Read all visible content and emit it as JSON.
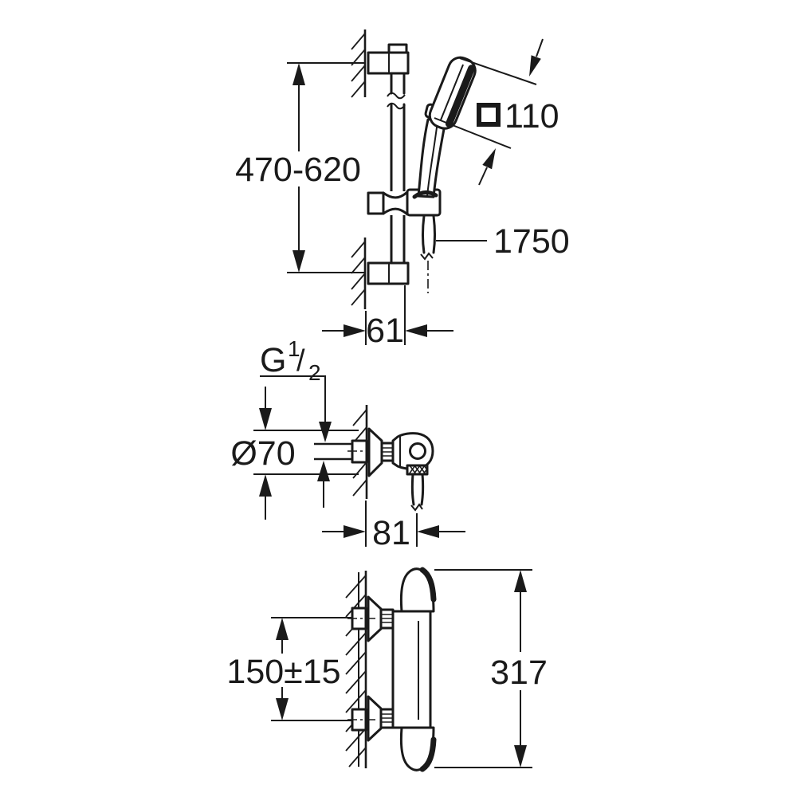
{
  "colors": {
    "line": "#1a1a1a",
    "background": "#ffffff"
  },
  "dimensions": {
    "slide_bar": {
      "height_range": "470-620",
      "head_width": "110",
      "hose_length": "1750",
      "wall_offset": "61"
    },
    "valve": {
      "thread_g": "G",
      "thread_num": "1",
      "thread_slash": "/",
      "thread_den": "2",
      "escutcheon_diameter": "Ø70",
      "depth": "81"
    },
    "thermostat": {
      "inlet_spacing": "150±15",
      "overall_height": "317"
    }
  }
}
